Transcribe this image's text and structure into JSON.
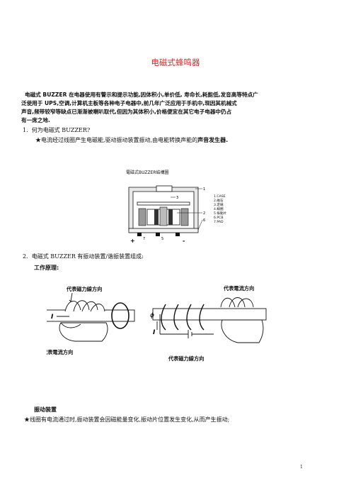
{
  "title": "电磁式蜂鸣器",
  "intro": {
    "line1": "电磁式 BUZZER 在电器使用有警示和提示功能,因体积小,单价低, 寿命长,耗能低,发音高等特点广",
    "line2": "泛使用于 UPS,空调,计算机主板等各种电子电器中,前几年广泛应用于手机中,现因其机械式",
    "line3": "声音,频带较窄等缺点已渐渐被喇叭取代,但因为其体积小,价格便宜在其它电子电器中仍占",
    "line4": "有一席之地."
  },
  "q1": {
    "number": "1.",
    "text": "何为电磁式 BUZZER?",
    "answer_prefix": "★电流经过线圈产生电磁能,驱动振动装置振动,由电能转换声能的",
    "answer_bold": "声音发生器."
  },
  "figure1": {
    "caption": "電磁式BUZZER結構圖",
    "parts": [
      "1.CASE",
      "2.磁石",
      "3.定磁",
      "4.線圈",
      "5.振動片",
      "6.PCB",
      "7.PAD"
    ],
    "callouts": [
      "1",
      "2",
      "3",
      "5",
      "6",
      "7"
    ],
    "plus": "+",
    "minus": "-"
  },
  "q2": {
    "number": "2.",
    "text": "电磁式 BUZZER 有振动装置/谐振装置组成:",
    "subheading": "工作原理:"
  },
  "figure2": {
    "label_magnetic_left": "代表磁力線方向",
    "label_current_left": "代表電流方向",
    "label_current_right": "代表電流方向",
    "label_magnetic_right": "代表磁力線方向",
    "current_symbol": "I",
    "phi_symbol": "ϕ"
  },
  "vibration": {
    "heading": "振动装置",
    "text": "★线圈有电流通过时,振动装置会因磁能量变化,振动片位置发生变化,从而产生振动;"
  },
  "page_number": "1"
}
